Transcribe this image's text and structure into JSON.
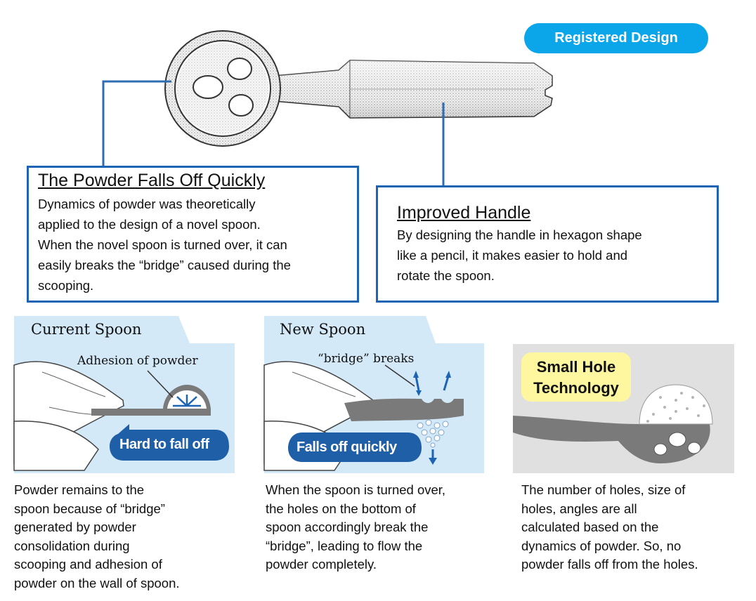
{
  "badge": {
    "label": "Registered Design"
  },
  "callouts": {
    "powder": {
      "title": "The Powder Falls Off Quickly",
      "lines": [
        "Dynamics of powder was theoretically",
        "applied to the design of a novel spoon.",
        "When the novel spoon is turned over, it can",
        "easily breaks the “bridge” caused during the",
        "scooping."
      ]
    },
    "handle": {
      "title": "Improved Handle",
      "lines": [
        "By designing the handle in hexagon shape",
        "like a pencil, it makes easier to hold and",
        "rotate the spoon."
      ]
    }
  },
  "panels": {
    "current": {
      "title": "Current Spoon",
      "annotation": "Adhesion of powder",
      "bubble": "Hard to fall off",
      "caption": [
        "Powder remains to the",
        "spoon because of “bridge”",
        "generated by powder",
        "consolidation during",
        "scooping and adhesion of",
        "powder on the wall of spoon."
      ]
    },
    "new": {
      "title": "New Spoon",
      "annotation": "“bridge” breaks",
      "bubble": "Falls off quickly",
      "caption": [
        "When the spoon is turned over,",
        "the holes on the bottom of",
        "spoon accordingly break the",
        "“bridge”, leading to flow the",
        "powder completely."
      ]
    },
    "tech": {
      "label_line1": "Small Hole",
      "label_line2": "Technology",
      "caption": [
        "The number of holes, size of",
        "holes, angles are all",
        "calculated based on the",
        "dynamics of powder.  So, no",
        "powder falls off from the holes."
      ]
    }
  },
  "colors": {
    "accent_blue": "#0ba6ea",
    "callout_border": "#1e64b4",
    "panel_bg": "#d4e9f8",
    "bubble_blue": "#1f5fa8",
    "tech_label_bg": "#fff7a0",
    "tech_panel_bg": "#e0e0e0"
  }
}
